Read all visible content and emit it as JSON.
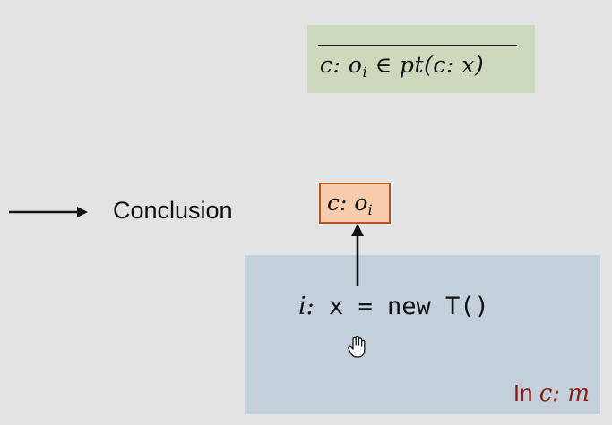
{
  "rule": {
    "conclusion_formula": "c: o",
    "conclusion_sub": "i",
    "conclusion_rest": " ∈ pt(c: x)"
  },
  "legend": {
    "label": "Conclusion"
  },
  "object_node": {
    "text": "c: o",
    "sub": "i"
  },
  "statement": {
    "label": "i:",
    "code": " x = new T()"
  },
  "context": {
    "prefix": "In ",
    "formula": "c: m"
  },
  "colors": {
    "background": "#e3e3e3",
    "rule_box": "#ccd9bd",
    "context_box": "#c3cfdb",
    "object_fill": "#f6ccad",
    "object_border": "#b2571f",
    "context_label": "#8e1b10"
  },
  "icons": {
    "legend_arrow": "right-arrow-icon",
    "flow_arrow": "up-arrow-icon",
    "cursor": "hand-cursor-icon"
  }
}
